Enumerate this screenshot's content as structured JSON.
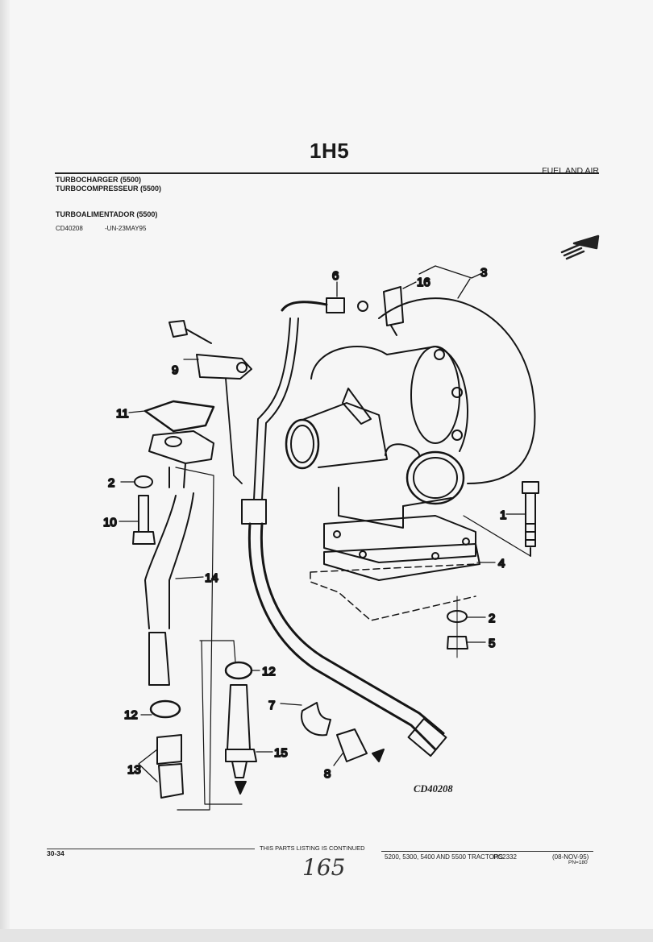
{
  "header": {
    "page_code": "1H5",
    "section": "FUEL AND AIR",
    "titles": [
      "TURBOCHARGER (5500)",
      "TURBOCOMPRESSEUR (5500)",
      "TURBOALIMENTADOR (5500)"
    ],
    "figure_ref": "CD40208",
    "revision": "-UN-23MAY95"
  },
  "diagram": {
    "figure_id": "CD40208",
    "direction_arrow_icon": "front-direction-arrow-icon",
    "callouts": [
      "1",
      "2",
      "2",
      "3",
      "4",
      "5",
      "6",
      "7",
      "8",
      "9",
      "10",
      "11",
      "12",
      "12",
      "13",
      "14",
      "15",
      "16"
    ],
    "parts": {
      "turbocharger": "3",
      "cap_screw": "1",
      "washer": "2",
      "gasket": "4",
      "nut": "5",
      "oil_line_fitting": "6",
      "elbow": "7",
      "adapter": "8",
      "clamp": "9",
      "bolt": "10",
      "flange_gasket": "11",
      "clamp_ring": "12",
      "hose_sleeve": "13",
      "oil_return_tube": "14",
      "connector": "15",
      "tee_fitting": "16"
    }
  },
  "footer": {
    "page_number": "30-34",
    "continued": "THIS PARTS LISTING IS CONTINUED",
    "models": "5200, 5300, 5400 AND 5500 TRACTORS",
    "catalog": "PC2332",
    "date": "(08-NOV-95)",
    "pn": "PN=180",
    "handwritten": "165"
  }
}
